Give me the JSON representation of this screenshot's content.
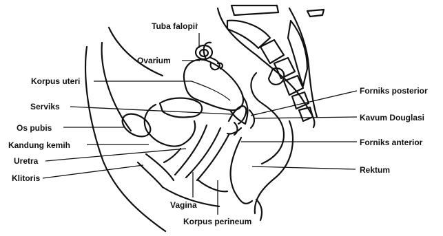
{
  "diagram": {
    "labels": {
      "tuba_falopii": "Tuba falopii",
      "ovarium": "Ovarium",
      "korpus_uteri": "Korpus uteri",
      "serviks": "Serviks",
      "os_pubis": "Os pubis",
      "kandung_kemih": "Kandung kemih",
      "uretra": "Uretra",
      "klitoris": "Klitoris",
      "vagina": "Vagina",
      "korpus_perineum": "Korpus perineum",
      "forniks_posterior": "Forniks posterior",
      "kavum_douglasi": "Kavum Douglasi",
      "forniks_anterior": "Forniks anterior",
      "rektum": "Rektum"
    },
    "colors": {
      "ink": "#111111",
      "background": "#ffffff"
    }
  }
}
